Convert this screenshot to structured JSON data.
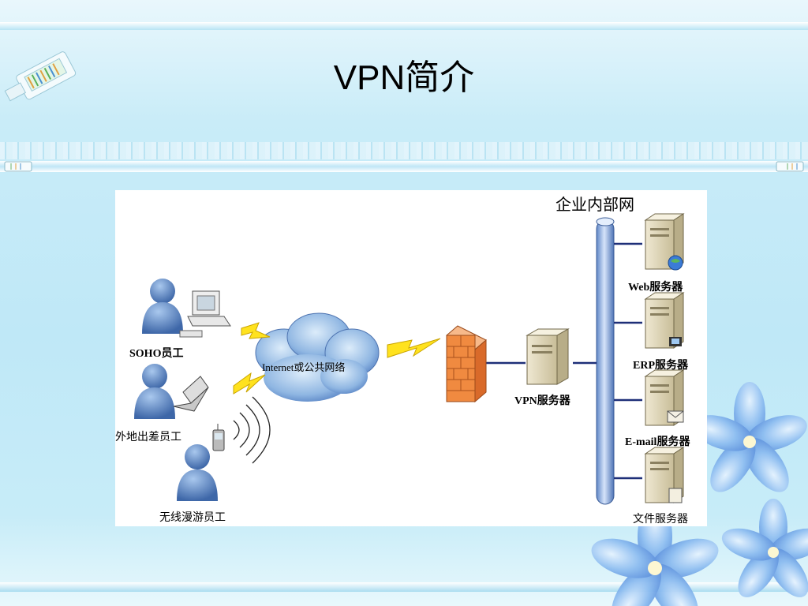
{
  "slide": {
    "title": "VPN简介"
  },
  "diagram": {
    "intranet_title": "企业内部网",
    "cloud_label": "Internet或公共网络",
    "vpn_server": "VPN服务器",
    "servers": [
      {
        "label": "Web服务器"
      },
      {
        "label": "ERP服务器"
      },
      {
        "label": "E-mail服务器"
      },
      {
        "label": "文件服务器"
      }
    ],
    "users": [
      {
        "label": "SOHO员工"
      },
      {
        "label": "外地出差员工"
      },
      {
        "label": "无线漫游员工"
      }
    ]
  }
}
